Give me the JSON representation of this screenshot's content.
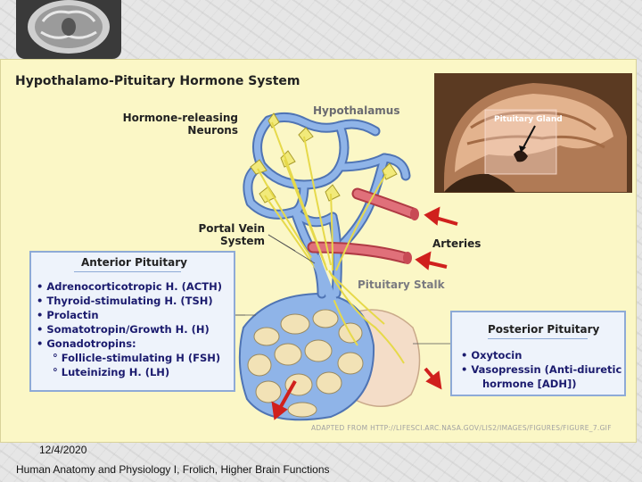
{
  "slide": {
    "title": "Hypothalamo-Pituitary Hormone System",
    "labels": {
      "hypothalamus": "Hypothalamus",
      "neurons_line1": "Hormone-releasing",
      "neurons_line2": "Neurons",
      "portal_line1": "Portal Vein",
      "portal_line2": "System",
      "arteries": "Arteries",
      "stalk": "Pituitary Stalk",
      "gland": "Pituitary Gland"
    },
    "anterior": {
      "heading": "Anterior Pituitary",
      "items": [
        "• Adrenocorticotropic H. (ACTH)",
        "• Thyroid-stimulating H. (TSH)",
        "• Prolactin",
        "• Somatotropin/Growth H. (H)",
        "• Gonadotropins:"
      ],
      "subitems": [
        "° Follicle-stimulating H (FSH)",
        "° Luteinizing H. (LH)"
      ]
    },
    "posterior": {
      "heading": "Posterior Pituitary",
      "items": [
        "• Oxytocin",
        "• Vasopressin (Anti-diuretic"
      ],
      "continuation": "hormone [ADH])"
    },
    "credit": "ADAPTED FROM HTTP://LIFESCI.ARC.NASA.GOV/LIS2/IMAGES/FIGURES/FIGURE_7.GIF"
  },
  "footer": {
    "date": "12/4/2020",
    "text": "Human Anatomy and Physiology I, Frolich, Higher Brain Functions"
  },
  "colors": {
    "slide_bg": "#fbf7c6",
    "vessel_blue": "#8fb4e8",
    "artery_red": "#d9606b",
    "neuron_yellow": "#f2ea7a",
    "arrow_red": "#d0201d",
    "box_border": "#8eaad6",
    "list_text": "#1b1b6e"
  }
}
